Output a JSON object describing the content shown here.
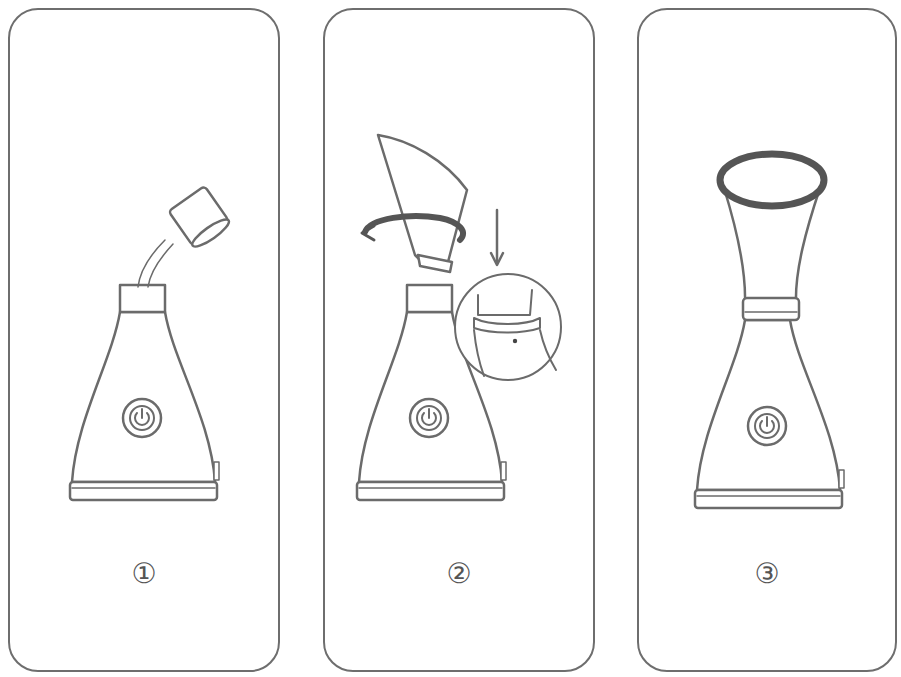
{
  "diagram": {
    "nodes": [
      {
        "text": [
          "①"
        ]
      },
      {
        "text": [
          "②"
        ]
      },
      {
        "text": [
          "③"
        ]
      }
    ]
  }
}
